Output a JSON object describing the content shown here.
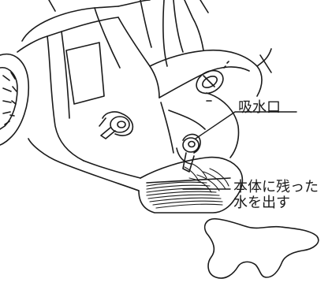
{
  "labels": {
    "intake": "吸水口",
    "drain_line1": "本体に残った",
    "drain_line2": "水を出す"
  },
  "colors": {
    "line": "#1a1a1a",
    "fill": "#ffffff"
  }
}
